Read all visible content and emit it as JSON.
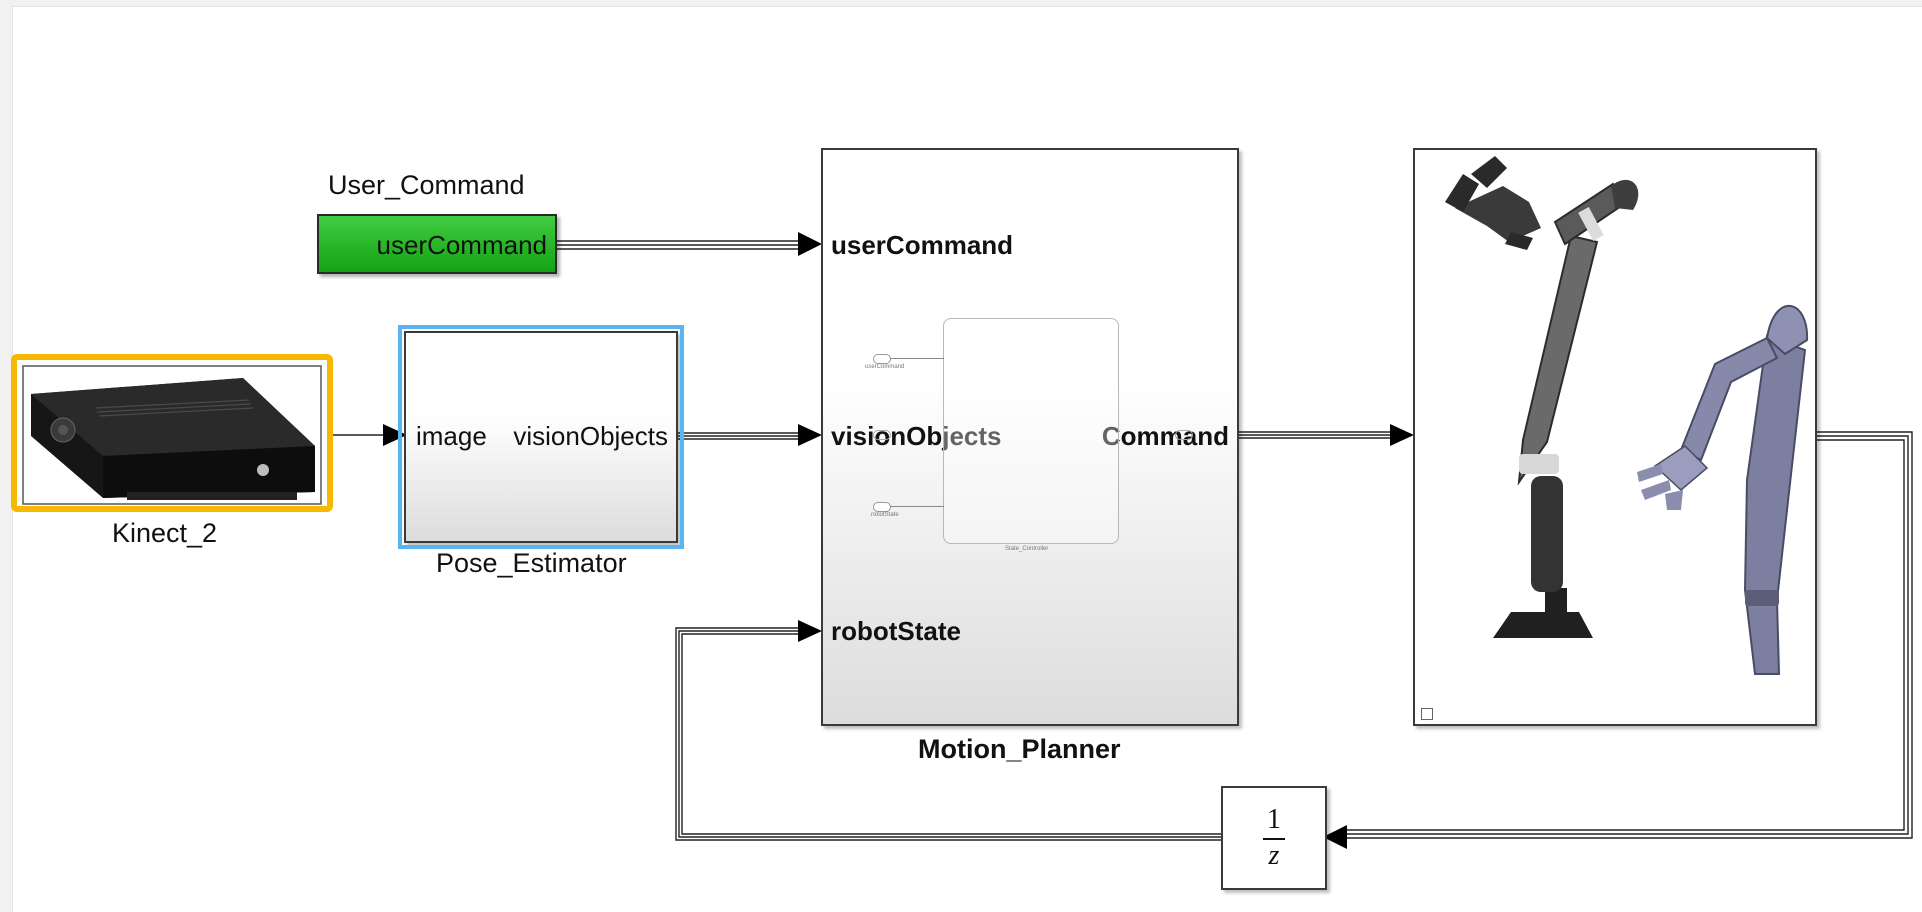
{
  "blocks": {
    "user_command": {
      "name": "User_Command",
      "output": "userCommand",
      "color": "#1db81d"
    },
    "kinect": {
      "name": "Kinect_2",
      "highlight": "#f6b800"
    },
    "pose_estimator": {
      "name": "Pose_Estimator",
      "input": "image",
      "output": "visionObjects",
      "highlight": "#5ab4f0"
    },
    "motion_planner": {
      "name": "Motion_Planner",
      "inputs": [
        "userCommand",
        "visionObjects",
        "robotState"
      ],
      "output": "Command",
      "inner": {
        "name": "State_Controller",
        "in1": "userCommand",
        "in2": "robotState"
      }
    },
    "delay": {
      "numerator": "1",
      "denominator": "z"
    }
  }
}
